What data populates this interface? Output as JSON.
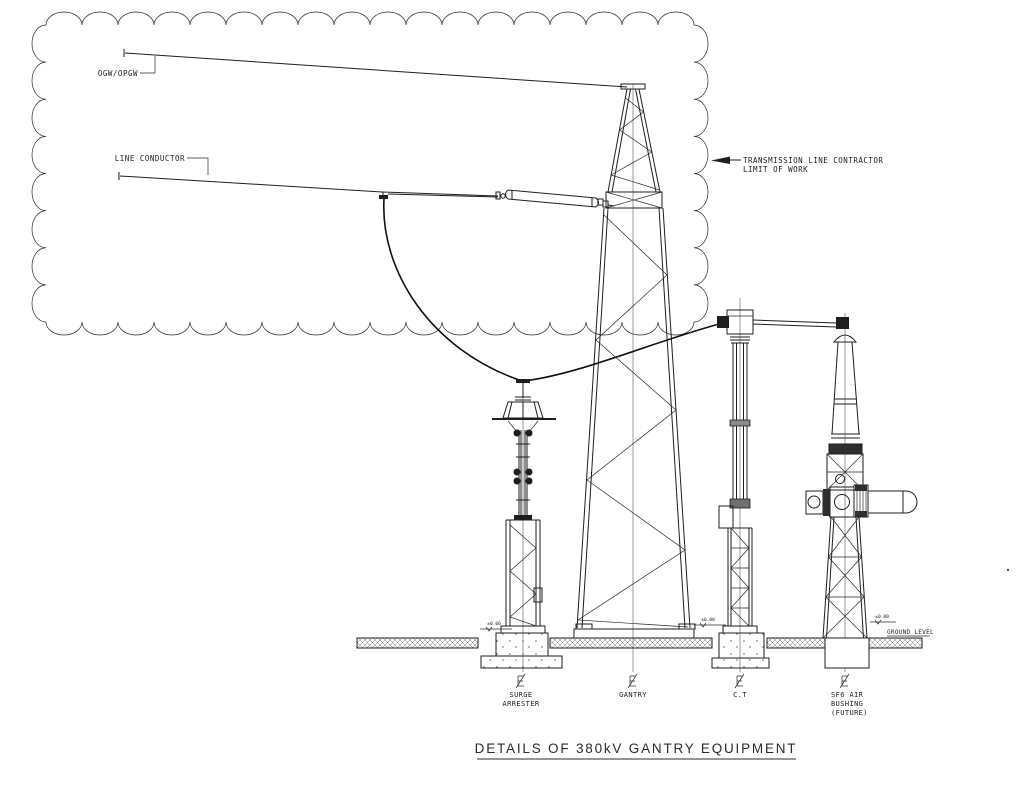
{
  "drawing": {
    "type": "engineering-elevation-diagram",
    "title": "DETAILS OF 380kV GANTRY EQUIPMENT",
    "callouts": {
      "ogw_opgw": "OGW/OPGW",
      "line_conductor": "LINE CONDUCTOR",
      "limit_of_work": {
        "line1": "TRANSMISSION LINE CONTRACTOR",
        "line2": "LIMIT OF WORK"
      },
      "ground_level": "GROUND LEVEL",
      "elevation_datum": "±0.00"
    },
    "equipment": {
      "surge_arrester": {
        "line1": "SURGE",
        "line2": "ARRESTER"
      },
      "gantry": {
        "label": "GANTRY"
      },
      "ct": {
        "label": "C.T"
      },
      "sf6_bushing": {
        "line1": "SF6 AIR",
        "line2": "BUSHING",
        "line3": "(FUTURE)"
      }
    },
    "colors": {
      "ink": "#1e1e1e",
      "hatch": "#777777",
      "background": "#ffffff"
    }
  }
}
